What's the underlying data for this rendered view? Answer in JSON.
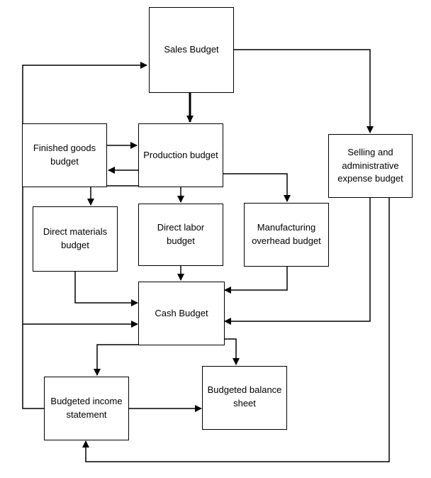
{
  "nodes": {
    "sales": "Sales Budget",
    "finished": "Finished goods\nbudget",
    "production": "Production budget",
    "selling": "Selling and\nadministrative\nexpense budget",
    "direct_materials": "Direct materials\nbudget",
    "direct_labor": "Direct labor\nbudget",
    "mfg_overhead": "Manufacturing\noverhead budget",
    "cash": "Cash Budget",
    "income": "Budgeted income\nstatement",
    "balance": "Budgeted balance\nsheet"
  }
}
